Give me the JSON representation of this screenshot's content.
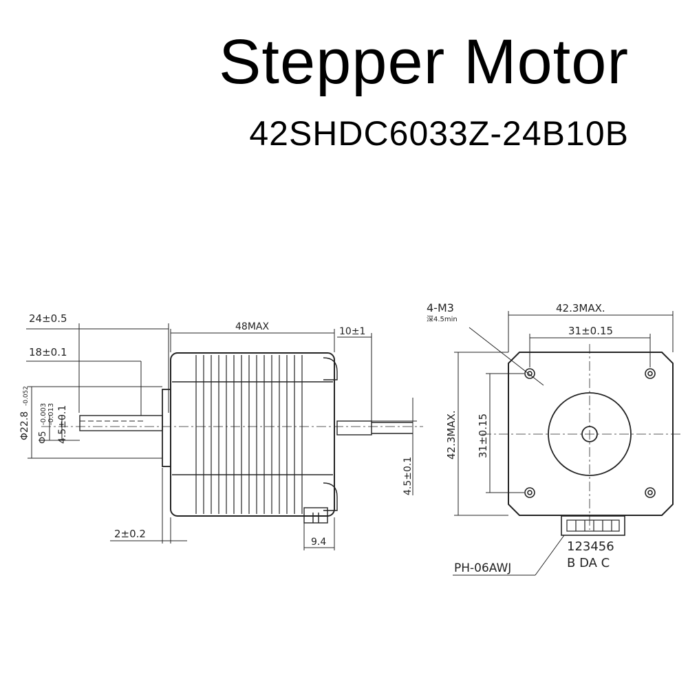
{
  "header": {
    "title": "Stepper Motor",
    "model": "42SHDC6033Z-24B10B"
  },
  "side_view": {
    "dim_shaft_length": "24±0.5",
    "dim_flat_length": "18±0.1",
    "dim_body_length": "48MAX",
    "dim_rear_shaft": "10±1",
    "dim_boss_diameter": "Φ22.8",
    "dim_boss_tol": "-0.052",
    "dim_shaft_diameter": "Φ5",
    "dim_shaft_tol_upper": "-0.003",
    "dim_shaft_tol_lower": "-0.013",
    "dim_flat_depth": "4.5±0.1",
    "dim_boss_height": "2±0.2",
    "dim_connector_width": "9.4",
    "dim_rear_flat": "4.5±0.1"
  },
  "front_view": {
    "screw_label": "4-M3",
    "screw_depth": "深4.5min",
    "dim_width": "42.3MAX.",
    "dim_hole_spacing_h": "31±0.15",
    "dim_height": "42.3MAX.",
    "dim_hole_spacing_v": "31±0.15",
    "connector_model": "PH-06AWJ",
    "pin_numbers": "123456",
    "pin_phases": "B DA C"
  }
}
